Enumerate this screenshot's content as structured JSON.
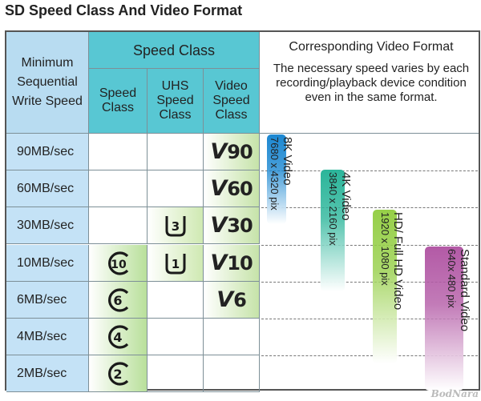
{
  "title": "SD Speed Class And Video Format",
  "headers": {
    "min_write": "Minimum Sequential Write Speed",
    "speed_class_group": "Speed Class",
    "speed_class": "Speed Class",
    "uhs_speed_class": "UHS Speed Class",
    "video_speed_class": "Video Speed Class"
  },
  "rows": [
    {
      "speed": "90MB/sec",
      "video": "90"
    },
    {
      "speed": "60MB/sec",
      "video": "60"
    },
    {
      "speed": "30MB/sec",
      "uhs": "3",
      "video": "30"
    },
    {
      "speed": "10MB/sec",
      "class": "10",
      "uhs": "1",
      "video": "10"
    },
    {
      "speed": "6MB/sec",
      "class": "6",
      "video": "6"
    },
    {
      "speed": "4MB/sec",
      "class": "4"
    },
    {
      "speed": "2MB/sec",
      "class": "2"
    }
  ],
  "video_symbol": "V",
  "video_format": {
    "title": "Corresponding Video Format",
    "note": "The necessary speed varies by each recording/playback device condition even in the same format.",
    "formats": [
      {
        "name": "8K Video",
        "resolution": "7680 x 4320 pix",
        "color": "#1b87d1"
      },
      {
        "name": "4K Video",
        "resolution": "3840 x 2160 pix",
        "color": "#2bb59a"
      },
      {
        "name": "HD/ Full HD Video",
        "resolution": "1920 x 1080 pix",
        "color": "#96cf48"
      },
      {
        "name": "Standard Video",
        "resolution": "640x 480 pix",
        "color": "#b35aa6"
      }
    ]
  },
  "watermark": "BodNara",
  "colors": {
    "header_teal": "#58c7d3",
    "header_light_blue": "#b8dcf1",
    "class_green": "#b9e09b"
  }
}
